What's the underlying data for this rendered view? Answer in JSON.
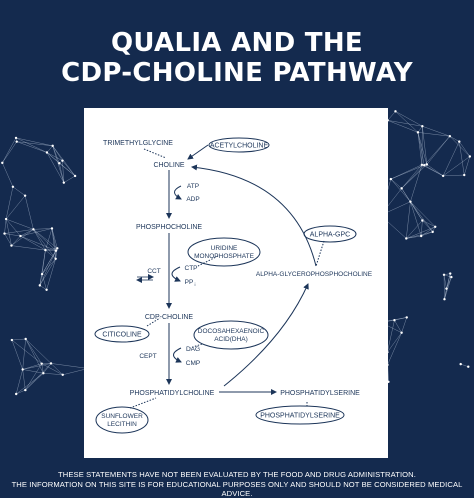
{
  "header": {
    "title_line1": "QUALIA AND THE",
    "title_line2": "CDP-CHOLINE PATHWAY"
  },
  "diagram": {
    "nodes": {
      "trimethylglycine": "TRIMETHYLGLYCINE",
      "acetylcholine": "ACETYLCHOLINE",
      "choline": "CHOLINE",
      "atp": "ATP",
      "adp": "ADP",
      "phosphocholine": "PHOSPHOCHOLINE",
      "uridine_line1": "URIDINE",
      "uridine_line2": "MONOPHOSPHATE",
      "ctp": "CTP",
      "ppi": "PP",
      "ppi_sub": "i",
      "cct": "CCT",
      "cdp_choline": "CDP-CHOLINE",
      "citicoline": "CITICOLINE",
      "dha_line1": "DOCOSAHEXAENOIC",
      "dha_line2": "ACID(DHA)",
      "dag": "DAG",
      "cmp": "CMP",
      "cept": "CEPT",
      "phosphatidylcholine": "PHOSPHATIDYLCHOLINE",
      "phosphatidylserine": "PHOSPHATIDYLSERINE",
      "phosphatidylserine_box": "PHOSPHATIDYLSERINE",
      "sunflower_line1": "SUNFLOWER",
      "sunflower_line2": "LECITHIN",
      "alpha_gpc": "ALPHA-GPC",
      "alpha_gpc_full": "ALPHA-GLYCEROPHOSPHOCHOLINE"
    }
  },
  "footer": {
    "line1": "THESE STATEMENTS HAVE NOT BEEN EVALUATED BY THE FOOD AND DRUG ADMINISTRATION.",
    "line2": "THE INFORMATION ON THIS SITE IS FOR EDUCATIONAL PURPOSES ONLY AND SHOULD NOT BE CONSIDERED MEDICAL ADVICE."
  },
  "colors": {
    "background": "#142a4e",
    "panel": "#ffffff",
    "ink": "#1c3559",
    "network": "#c9d6e8"
  }
}
